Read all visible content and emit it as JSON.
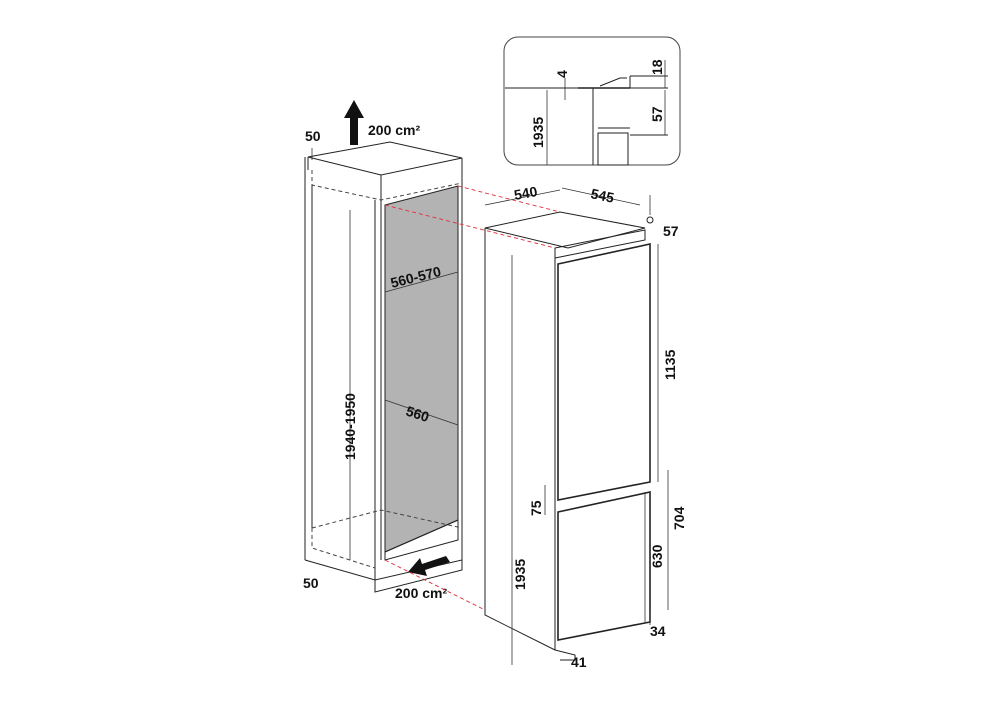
{
  "colors": {
    "line": "#222222",
    "niche_fill": "#b3b3b3",
    "guide": "#e0303a",
    "background": "#ffffff"
  },
  "niche": {
    "top_clearance": "50",
    "top_vent": "200 cm²",
    "depth": "560-570",
    "height": "1940-1950",
    "width": "560",
    "bottom_clearance": "50",
    "bottom_vent": "200 cm²"
  },
  "appliance": {
    "width": "540",
    "depth": "545",
    "top_offset": "57",
    "upper_door": "1135",
    "door_gap": "75",
    "height": "1935",
    "lower_door": "630",
    "lower_section": "704",
    "plinth": "34",
    "foot": "41"
  },
  "inset": {
    "gap": "4",
    "top": "18",
    "height": "1935",
    "offset": "57"
  }
}
